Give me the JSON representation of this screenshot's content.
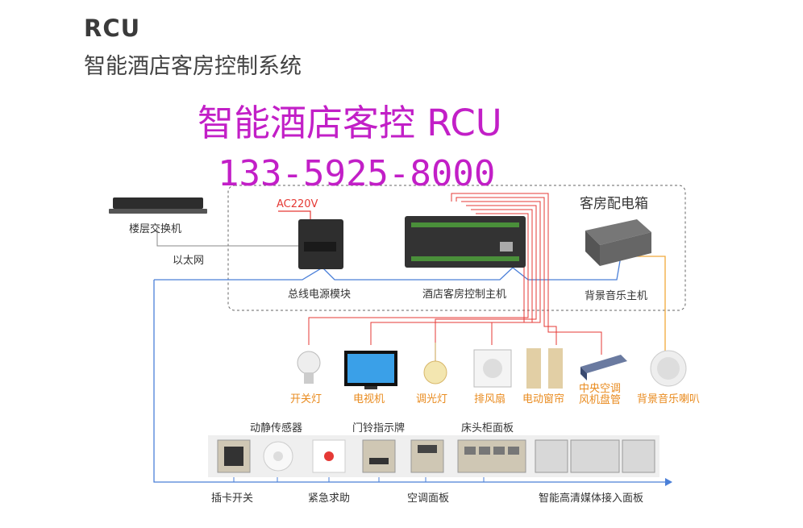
{
  "header": {
    "title": "RCU",
    "subtitle": "智能酒店客房控制系统"
  },
  "overlay": {
    "headline": "智能酒店客控 RCU",
    "phone": "133-5925-8000"
  },
  "top_section": {
    "floor_switch": "楼层交换机",
    "ethernet": "以太网",
    "power_label": "AC220V",
    "bus_power_module": "总线电源模块",
    "host": "酒店客房控制主机",
    "cabinet": "客房配电箱",
    "bg_music_host": "背景音乐主机"
  },
  "devices": [
    {
      "label": "开关灯"
    },
    {
      "label": "电视机"
    },
    {
      "label": "调光灯"
    },
    {
      "label": "排风扇"
    },
    {
      "label": "电动窗帘"
    },
    {
      "label": "中央空调\n风机盘管"
    },
    {
      "label": "背景音乐喇叭"
    }
  ],
  "panels_top": {
    "motion_sensor": "动静传感器",
    "doorbell": "门铃指示牌",
    "bedside": "床头柜面板"
  },
  "panels_bottom": {
    "card_switch": "插卡开关",
    "emergency": "紧急求助",
    "ac_panel": "空调面板",
    "media_panel": "智能高清媒体接入面板"
  },
  "colors": {
    "bus_line": "#4a7fd8",
    "relay_line": "#e53935",
    "audio_line": "#f0a93a",
    "accent_magenta": "#c21fc7"
  }
}
